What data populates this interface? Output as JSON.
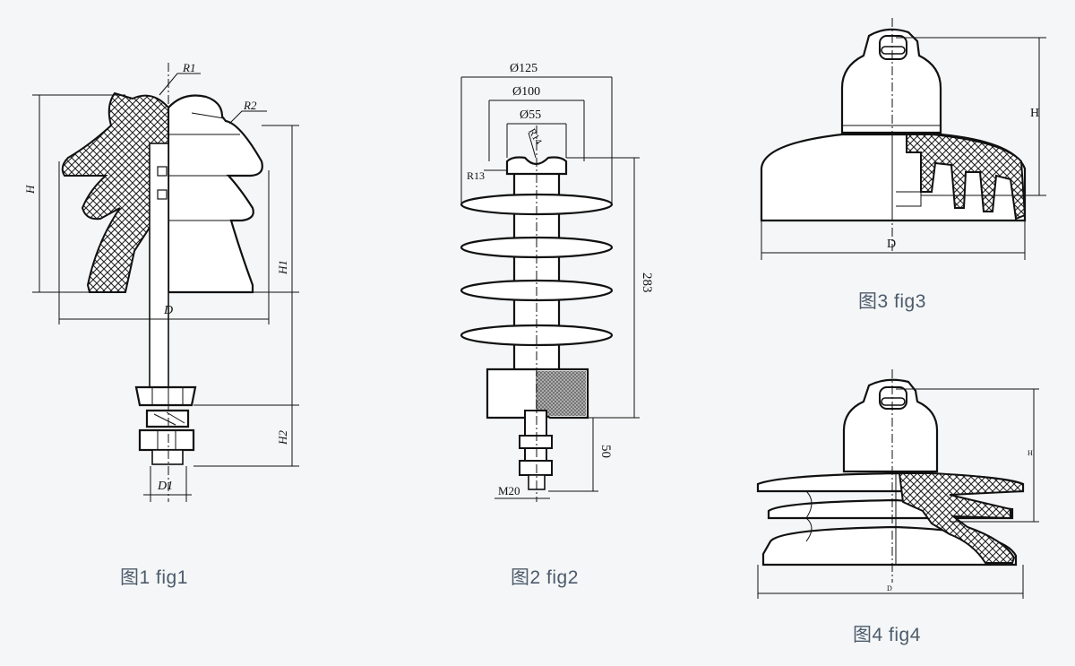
{
  "fig1": {
    "caption": "图1 fig1",
    "labels": {
      "R1": "R1",
      "R2": "R2",
      "H": "H",
      "H1": "H1",
      "H2": "H2",
      "D": "D",
      "D1": "D1"
    }
  },
  "fig2": {
    "caption": "图2 fig2",
    "labels": {
      "d125": "Ø125",
      "d100": "Ø100",
      "d55": "Ø55",
      "r14": "R14",
      "r13": "R13",
      "h283": "283",
      "h50": "50",
      "m20": "M20"
    }
  },
  "fig3": {
    "caption": "图3 fig3",
    "labels": {
      "H": "H",
      "D": "D"
    }
  },
  "fig4": {
    "caption": "图4 fig4",
    "labels": {
      "H": "H",
      "D": "D"
    }
  }
}
